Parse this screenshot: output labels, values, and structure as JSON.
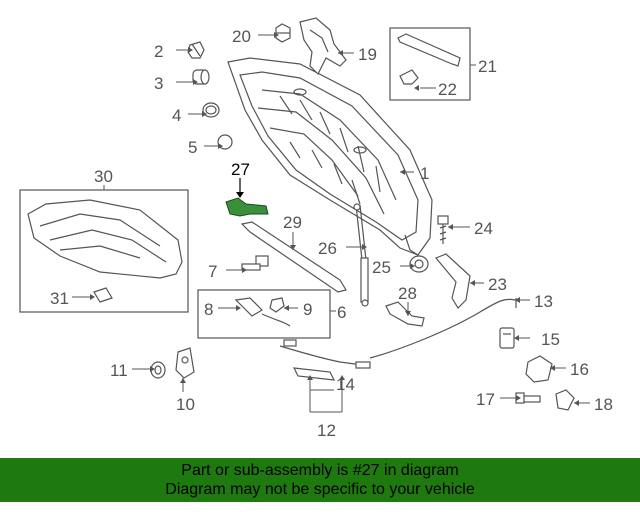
{
  "diagram": {
    "callouts": [
      {
        "id": "1",
        "label": "1"
      },
      {
        "id": "2",
        "label": "2"
      },
      {
        "id": "3",
        "label": "3"
      },
      {
        "id": "4",
        "label": "4"
      },
      {
        "id": "5",
        "label": "5"
      },
      {
        "id": "6",
        "label": "6"
      },
      {
        "id": "7",
        "label": "7"
      },
      {
        "id": "8",
        "label": "8"
      },
      {
        "id": "9",
        "label": "9"
      },
      {
        "id": "10",
        "label": "10"
      },
      {
        "id": "11",
        "label": "11"
      },
      {
        "id": "12",
        "label": "12"
      },
      {
        "id": "13",
        "label": "13"
      },
      {
        "id": "14",
        "label": "14"
      },
      {
        "id": "15",
        "label": "15"
      },
      {
        "id": "16",
        "label": "16"
      },
      {
        "id": "17",
        "label": "17"
      },
      {
        "id": "18",
        "label": "18"
      },
      {
        "id": "19",
        "label": "19"
      },
      {
        "id": "20",
        "label": "20"
      },
      {
        "id": "21",
        "label": "21"
      },
      {
        "id": "22",
        "label": "22"
      },
      {
        "id": "23",
        "label": "23"
      },
      {
        "id": "24",
        "label": "24"
      },
      {
        "id": "25",
        "label": "25"
      },
      {
        "id": "26",
        "label": "26"
      },
      {
        "id": "27",
        "label": "27"
      },
      {
        "id": "28",
        "label": "28"
      },
      {
        "id": "29",
        "label": "29"
      },
      {
        "id": "30",
        "label": "30"
      },
      {
        "id": "31",
        "label": "31"
      }
    ],
    "highlighted_part": "27",
    "highlight_color": "#3a8f3a"
  },
  "banner": {
    "line1": "Part or sub-assembly is #27 in diagram",
    "line2": "Diagram may not be specific to your vehicle",
    "background": "#1e7a0e"
  }
}
